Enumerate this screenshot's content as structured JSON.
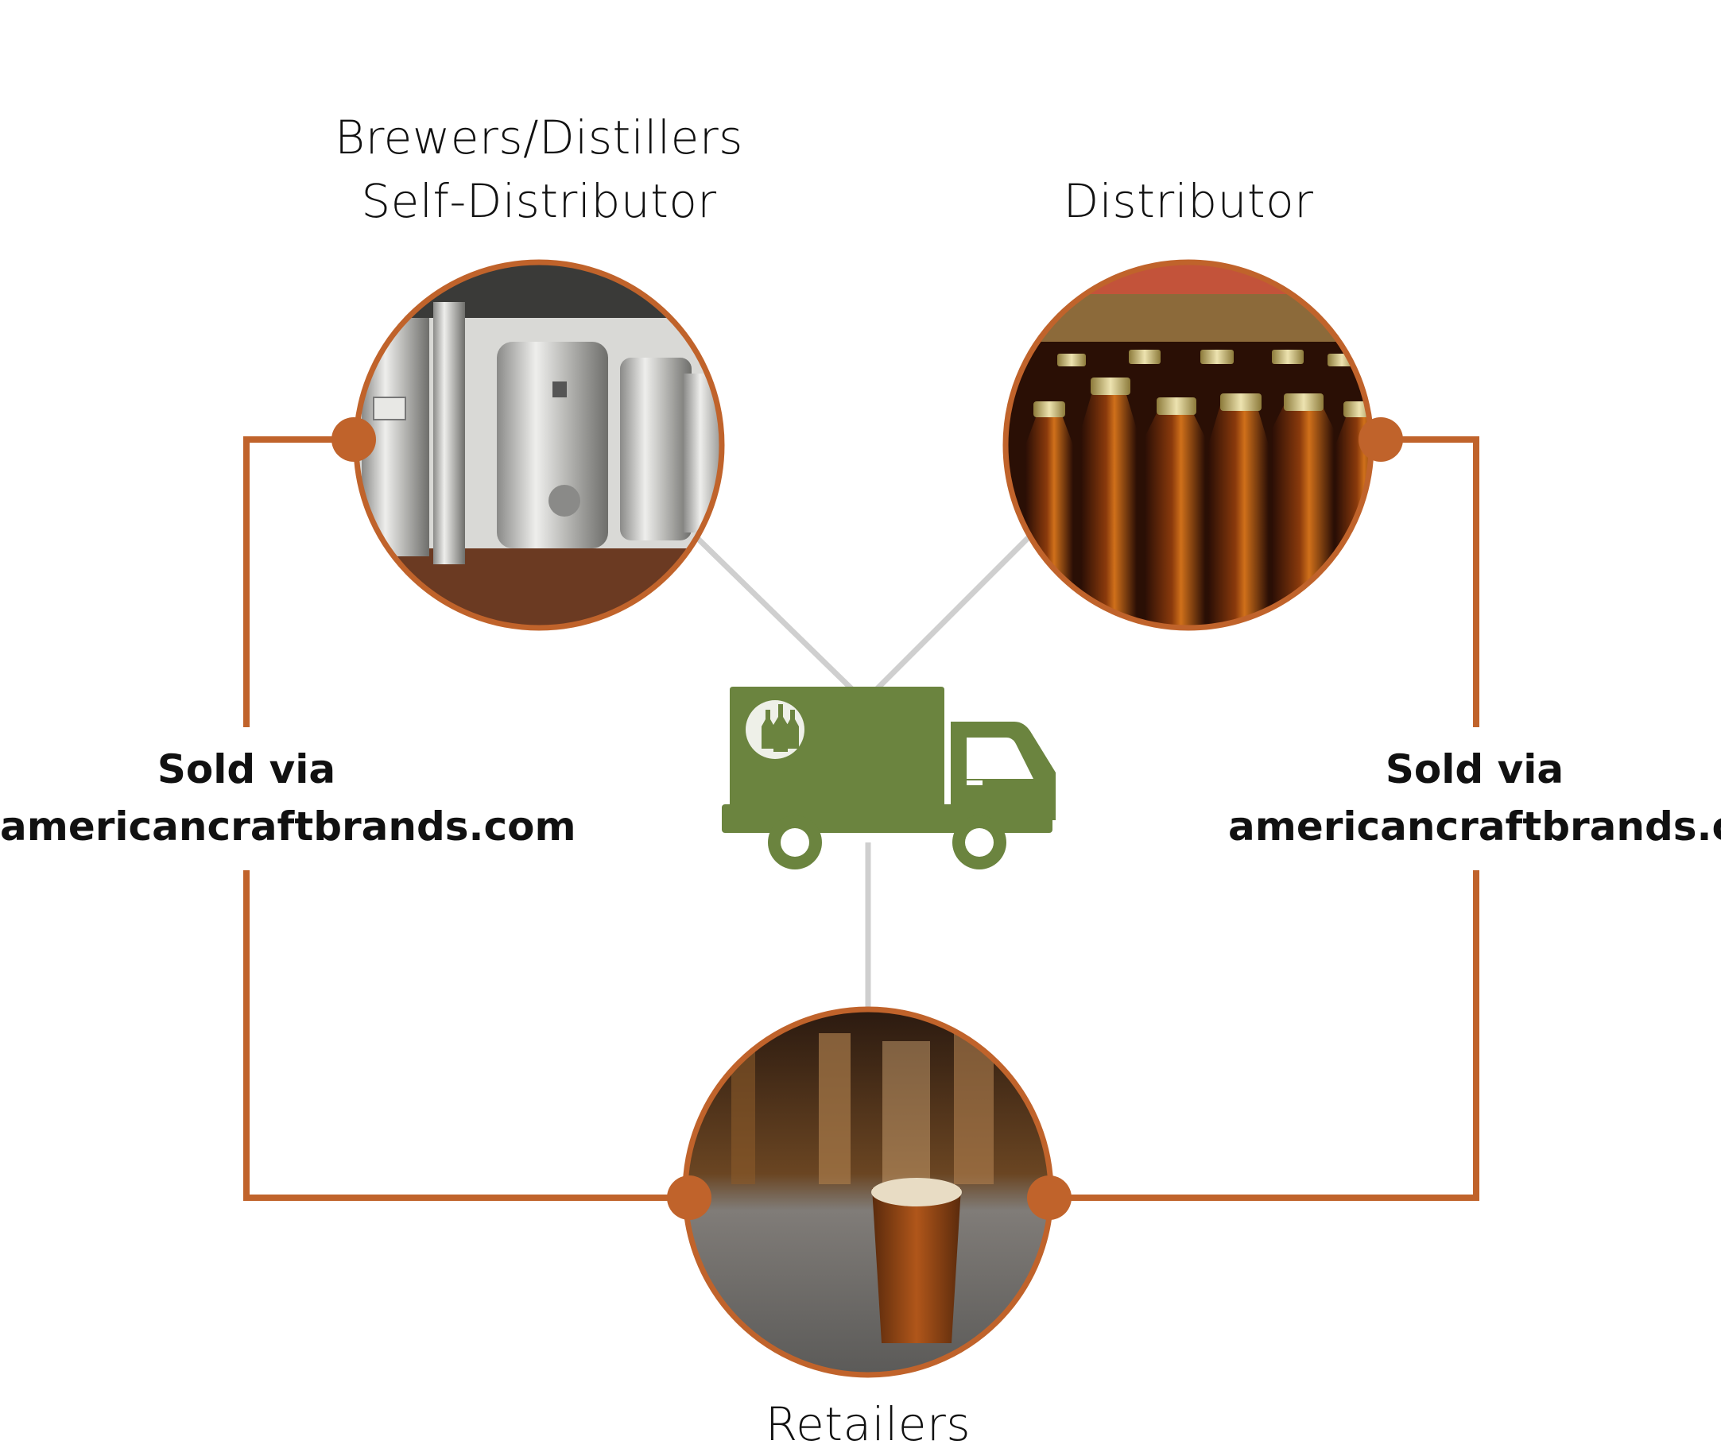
{
  "nodes": {
    "brewers": {
      "title_line1": "Brewers/Distillers",
      "title_line2": "Self-Distributor",
      "image": "brewery-tanks-photo"
    },
    "distributor": {
      "title": "Distributor",
      "image": "beer-bottles-photo"
    },
    "retailers": {
      "title": "Retailers",
      "image": "bar-pint-photo"
    },
    "hub": {
      "icon": "delivery-truck-icon"
    }
  },
  "side_labels": {
    "left": {
      "line1": "Sold via",
      "line2": "americancraftbrands.com"
    },
    "right": {
      "line1": "Sold via",
      "line2": "americancraftbrands.com"
    }
  },
  "colors": {
    "accent": "#c0632b",
    "truck": "#6b843f",
    "connector": "#cfcfcf",
    "text": "#111111"
  }
}
